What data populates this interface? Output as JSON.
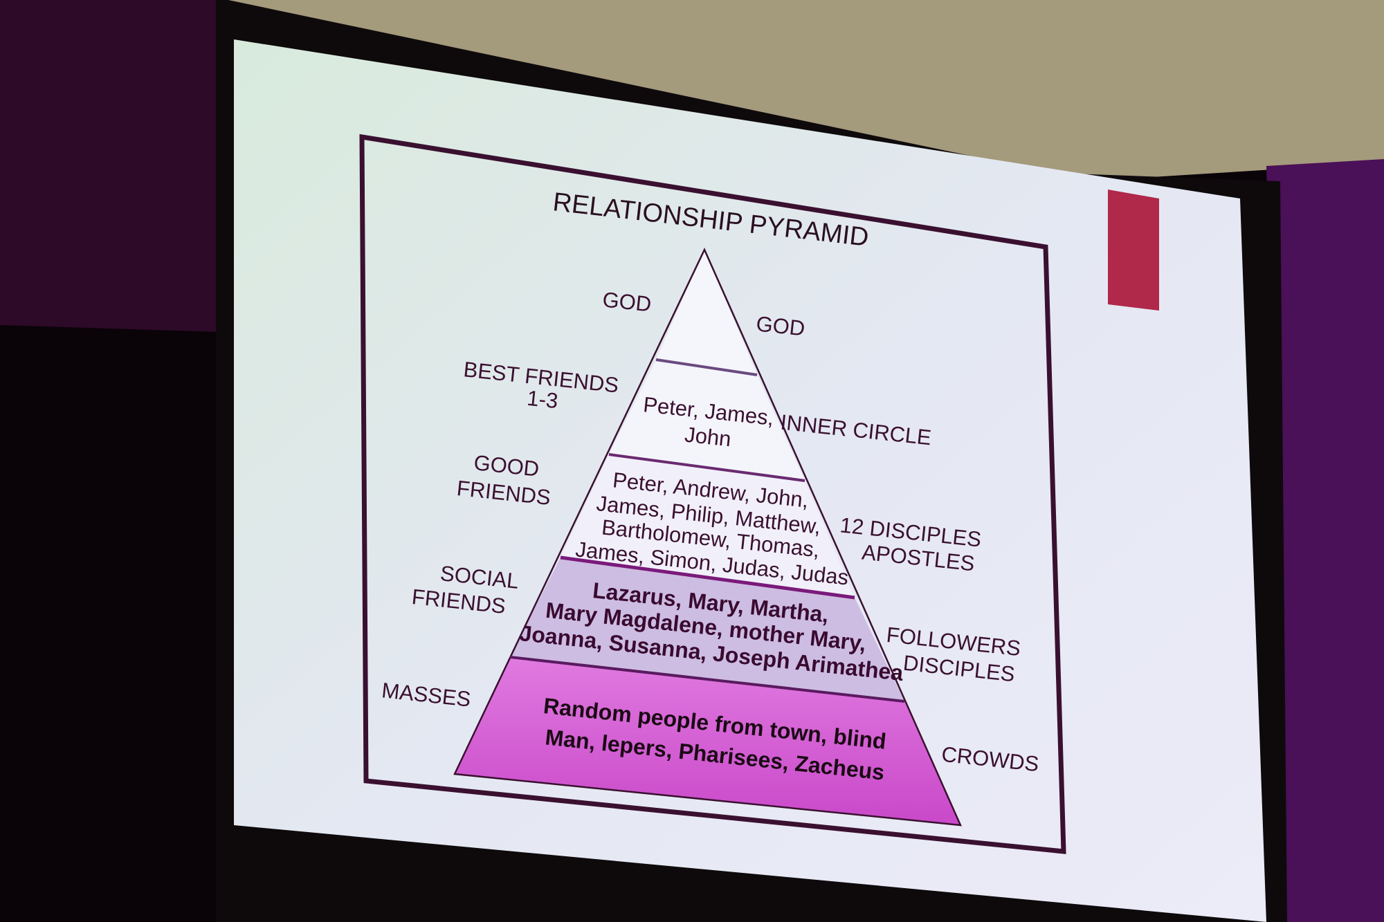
{
  "slide": {
    "title": "RELATIONSHIP PYRAMID",
    "colors": {
      "border": "#3a1030",
      "accent_tab": "#b0284a",
      "band_social": "#cdbde2",
      "band_masses": "#d45fd4"
    },
    "left_labels": [
      {
        "lines": [
          "GOD"
        ]
      },
      {
        "lines": [
          "BEST FRIENDS",
          "1-3"
        ]
      },
      {
        "lines": [
          "GOOD",
          "FRIENDS"
        ]
      },
      {
        "lines": [
          "SOCIAL",
          "FRIENDS"
        ]
      },
      {
        "lines": [
          "MASSES"
        ]
      }
    ],
    "right_labels": [
      {
        "lines": [
          "GOD"
        ]
      },
      {
        "lines": [
          "INNER CIRCLE"
        ]
      },
      {
        "lines": [
          "12 DISCIPLES",
          "APOSTLES"
        ]
      },
      {
        "lines": [
          "FOLLOWERS",
          "DISCIPLES"
        ]
      },
      {
        "lines": [
          "CROWDS"
        ]
      }
    ],
    "tiers": [
      {
        "lines": []
      },
      {
        "lines": [
          "Peter, James,",
          "John"
        ]
      },
      {
        "lines": [
          "Peter, Andrew, John,",
          "James, Philip, Matthew,",
          "Bartholomew, Thomas,",
          "James, Simon, Judas, Judas"
        ]
      },
      {
        "lines": [
          "Lazarus, Mary, Martha,",
          "Mary Magdalene, mother Mary,",
          "Joanna, Susanna, Joseph Arimathea"
        ]
      },
      {
        "lines": [
          "Random people from town, blind",
          "Man, lepers, Pharisees, Zacheus"
        ]
      }
    ]
  }
}
